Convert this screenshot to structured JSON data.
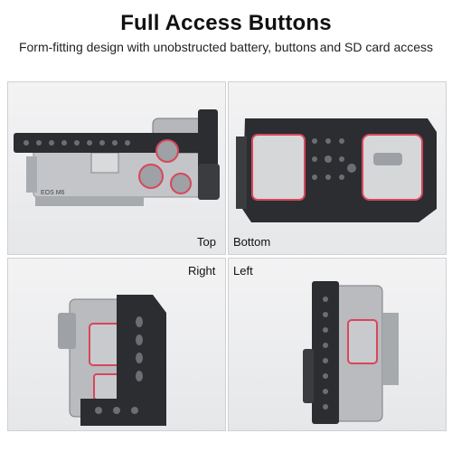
{
  "header": {
    "title": "Full Access Buttons",
    "subtitle": "Form-fitting design with unobstructed battery, buttons and SD card access"
  },
  "panels": {
    "top": {
      "label": "Top",
      "camera_text": "EOS M6"
    },
    "bottom": {
      "label": "Bottom"
    },
    "right": {
      "label": "Right"
    },
    "left": {
      "label": "Left"
    }
  },
  "colors": {
    "cage": "#2b2d31",
    "camera_body": "#bfc1c4",
    "highlight": "#d9465a"
  }
}
